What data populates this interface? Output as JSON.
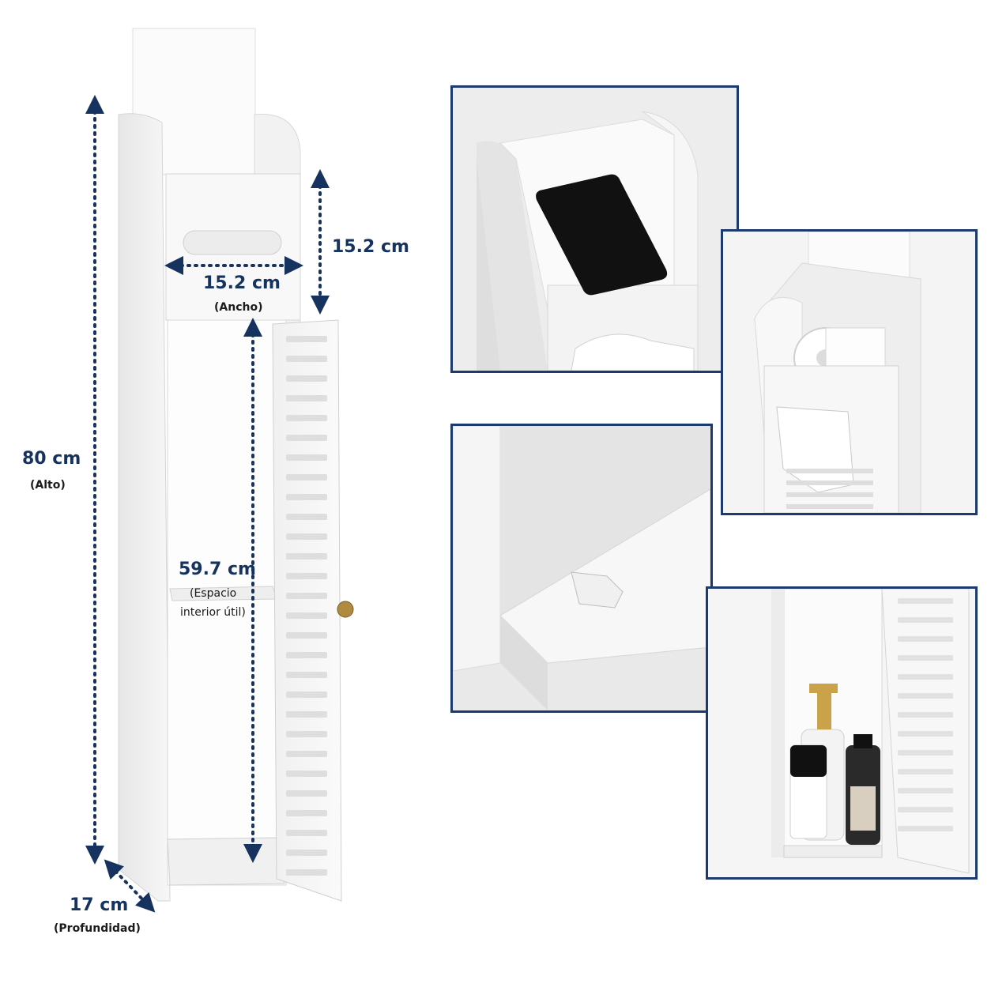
{
  "dimensions": {
    "height": {
      "value": "80 cm",
      "label": "(Alto)"
    },
    "depth": {
      "value": "17 cm",
      "label": "(Profundidad)"
    },
    "top_height": {
      "value": "15.2 cm"
    },
    "width": {
      "value": "15.2 cm",
      "label": "(Ancho)"
    },
    "interior": {
      "value": "59.7 cm",
      "label_line1": "(Espacio",
      "label_line2": "interior útil)"
    }
  },
  "colors": {
    "accent": "#1c3a6b",
    "furniture": "#f4f4f4",
    "background": "#ffffff"
  },
  "insets": [
    {
      "name": "top-compartment-with-phone"
    },
    {
      "name": "paper-roll-holder"
    },
    {
      "name": "shelf-interior-detail"
    },
    {
      "name": "open-door-with-bottles"
    }
  ]
}
